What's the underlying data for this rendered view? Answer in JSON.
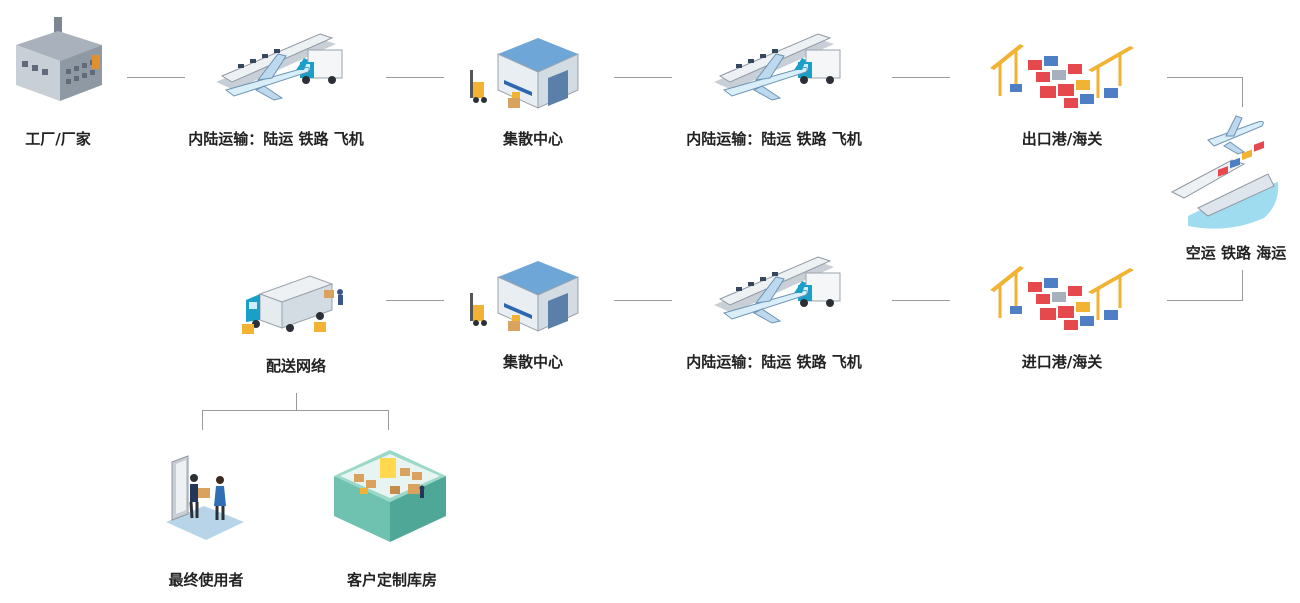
{
  "row1": {
    "factory": "工厂/厂家",
    "inland_1": "内陆运输：陆运 铁路 飞机",
    "hub_1": "集散中心",
    "inland_2": "内陆运输：陆运 铁路 飞机",
    "export_port": "出口港/海关"
  },
  "transit": {
    "label": "空运 铁路 海运"
  },
  "row2": {
    "import_port": "进口港/海关",
    "inland_3": "内陆运输：陆运 铁路 飞机",
    "hub_2": "集散中心",
    "distribution": "配送网络"
  },
  "branches": {
    "end_user": "最终使用者",
    "custom_warehouse": "客户定制库房"
  },
  "colors": {
    "connector": "#9a9a9a",
    "label": "#222222",
    "truck_cab": "#1aa0c8",
    "warehouse_roof": "#6fa6d8",
    "container_red": "#e5484d",
    "crane_yellow": "#f2b233",
    "water": "#9fdcf0"
  },
  "icons": [
    "factory-icon",
    "plane-train-truck-icon",
    "warehouse-forklift-icon",
    "port-crane-icon",
    "plane-train-ship-icon",
    "delivery-truck-icon",
    "door-handover-icon",
    "storage-room-icon"
  ]
}
